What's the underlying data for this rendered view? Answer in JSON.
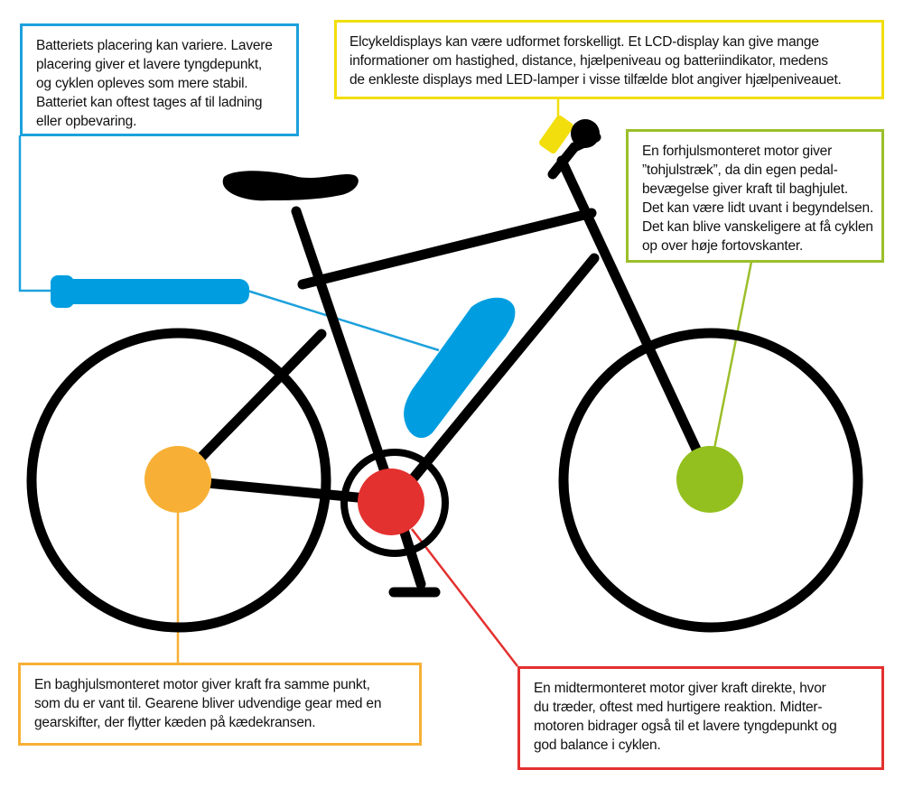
{
  "colors": {
    "frame": "#000000",
    "battery": "#009ee0",
    "display": "#f2de0c",
    "front_motor": "#93c01f",
    "rear_motor": "#f7b035",
    "mid_motor": "#e3312f"
  },
  "callouts": {
    "battery": {
      "lines": [
        "Batteriets placering kan variere. Lavere",
        "placering giver et lavere tyngdepunkt,",
        "og cyklen opleves som mere stabil.",
        "Batteriet kan oftest tages af til ladning",
        "eller opbevaring."
      ]
    },
    "display": {
      "lines": [
        "Elcykeldisplays kan være udformet forskelligt. Et LCD-display kan give mange",
        "informationer om hastighed, distance, hjælpeniveau og batteriindikator, medens",
        "de enkleste displays med LED-lamper i visse tilfælde blot angiver hjælpeniveauet."
      ]
    },
    "front_motor": {
      "lines": [
        "En forhjulsmonteret motor giver",
        "”tohjulstræk”, da din egen pedal-",
        "bevægelse giver kraft til baghjulet.",
        "Det kan være lidt uvant i begyndelsen.",
        "Det kan blive vanskeligere at få cyklen",
        "op over høje fortovskanter."
      ]
    },
    "rear_motor": {
      "lines": [
        "En baghjulsmonteret motor giver kraft fra samme punkt,",
        "som du er vant til. Gearene bliver udvendige gear med en",
        "gearskifter, der flytter kæden på kædekransen."
      ]
    },
    "mid_motor": {
      "lines": [
        "En midtermonteret motor giver kraft direkte, hvor",
        "du træder, oftest med hurtigere reaktion. Midter-",
        "motoren bidrager også til et lavere tyngdepunkt og",
        "god balance i cyklen."
      ]
    }
  }
}
